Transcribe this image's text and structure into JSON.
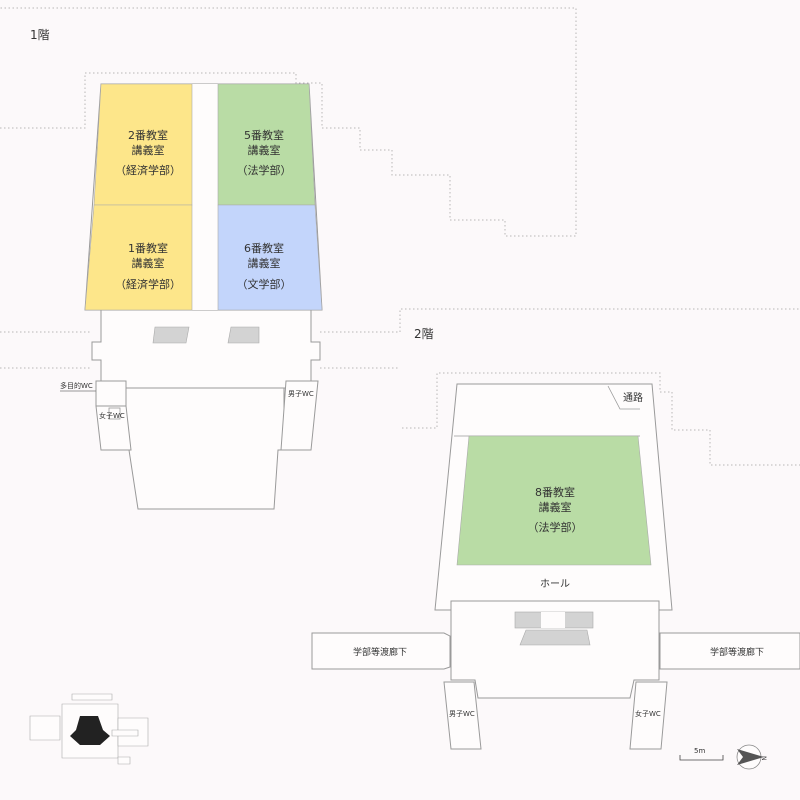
{
  "floors": {
    "first": {
      "label": "1階"
    },
    "second": {
      "label": "2階"
    }
  },
  "rooms": {
    "r2": {
      "number": "2番教室",
      "type": "講義室",
      "faculty": "（経済学部）",
      "color": "#fde68a"
    },
    "r1": {
      "number": "1番教室",
      "type": "講義室",
      "faculty": "（経済学部）",
      "color": "#fde68a"
    },
    "r5": {
      "number": "5番教室",
      "type": "講義室",
      "faculty": "（法学部）",
      "color": "#b9dca5"
    },
    "r6": {
      "number": "6番教室",
      "type": "講義室",
      "faculty": "（文学部）",
      "color": "#c3d5fb"
    },
    "r8": {
      "number": "8番教室",
      "type": "講義室",
      "faculty": "（法学部）",
      "color": "#b9dca5"
    }
  },
  "facilities": {
    "multipurpose_wc": "多目的WC",
    "womens_wc_1f": "女子WC",
    "mens_wc_1f": "男子WC",
    "passage": "通路",
    "hall": "ホール",
    "corridor_left": "学部等渡廊下",
    "corridor_right": "学部等渡廊下",
    "mens_wc_2f_left": "男子WC",
    "womens_wc_2f_right": "女子WC"
  },
  "scale_bar": {
    "label": "5m"
  },
  "north_arrow": {
    "label": "N"
  },
  "colors": {
    "wall": "#9a9a9a",
    "background": "#fcf9fa",
    "stair": "#d3d3d3",
    "locator_building": "#222222"
  }
}
